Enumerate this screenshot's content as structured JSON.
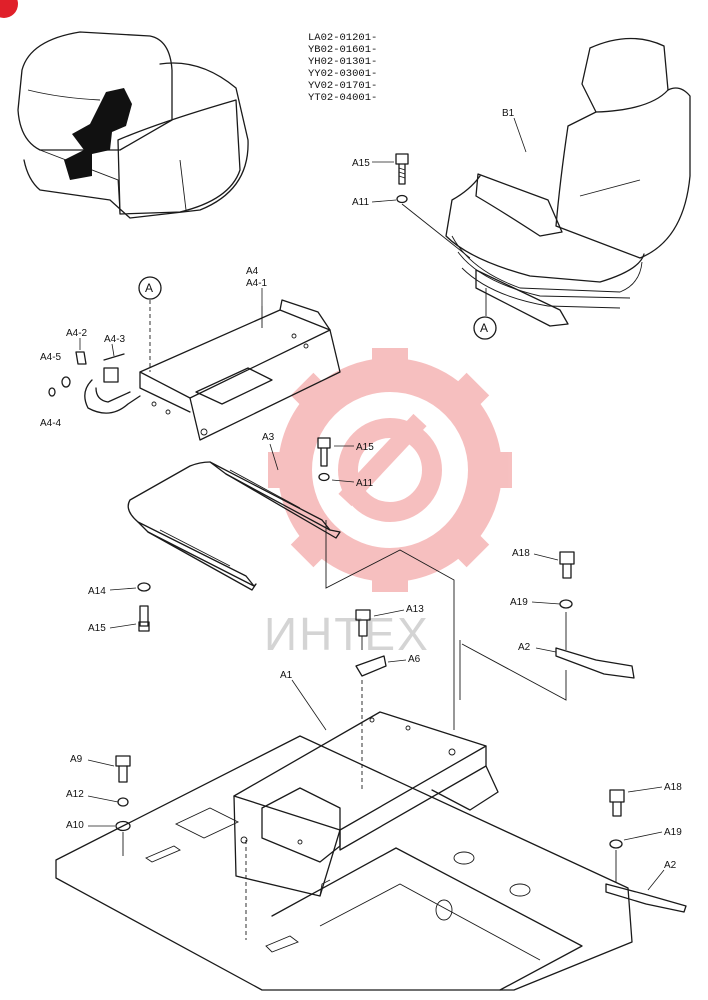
{
  "serial_codes": [
    "LA02-01201-",
    "YB02-01601-",
    "YH02-01301-",
    "YY02-03001-",
    "YV02-01701-",
    "YT02-04001-"
  ],
  "callout_letter": "A",
  "watermark_text": "ИНТЕХ",
  "colors": {
    "line": "#1a1a1a",
    "watermark_gear": "#e84a4a",
    "watermark_text": "#d4d4d4",
    "corner_mark": "#e0202a"
  },
  "labels": {
    "B1": "B1",
    "A15_top": "A15",
    "A11_top": "A11",
    "A4": "A4",
    "A4_1": "A4-1",
    "A4_2": "A4-2",
    "A4_3": "A4-3",
    "A4_4": "A4-4",
    "A4_5": "A4-5",
    "A3": "A3",
    "A15_mid": "A15",
    "A11_mid": "A11",
    "A14": "A14",
    "A15_low": "A15",
    "A13": "A13",
    "A6": "A6",
    "A1": "A1",
    "A18_up": "A18",
    "A19_up": "A19",
    "A2_up": "A2",
    "A9": "A9",
    "A12": "A12",
    "A10": "A10",
    "A18_low": "A18",
    "A19_low": "A19",
    "A2_low": "A2"
  }
}
